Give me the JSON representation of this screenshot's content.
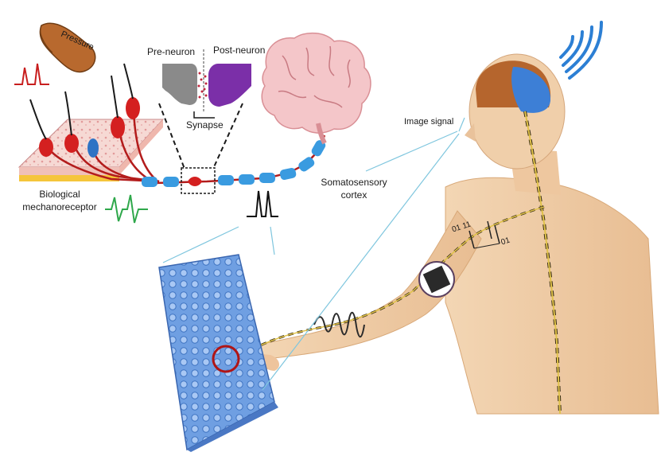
{
  "labels": {
    "pressure": "Pressure",
    "pre_neuron": "Pre-neuron",
    "post_neuron": "Post-neuron",
    "synapse": "Synapse",
    "somatosensory_line1": "Somatosensory",
    "somatosensory_line2": "cortex",
    "biological_line1": "Biological",
    "biological_line2": "mechanoreceptor",
    "image_signal": "Image signal",
    "code_top": "01  11",
    "code_bottom": "01"
  },
  "colors": {
    "nerve": "#b31c1c",
    "receptor": "#d42020",
    "receptor_blue": "#2f73c4",
    "axon_segment": "#3a9be0",
    "brain_pink": "#f4c6c9",
    "green_signal": "#2fa84b",
    "pre_neuron": "#8a8a8a",
    "post_neuron": "#7b2fa8",
    "sensor_array": "#5a8fd8",
    "skin": "#f1d0a8",
    "highlight_ring": "#b01515",
    "wifi": "#2c7fd4",
    "leader_line": "#7fc6de",
    "spinal_signal": "#e0c24a"
  }
}
